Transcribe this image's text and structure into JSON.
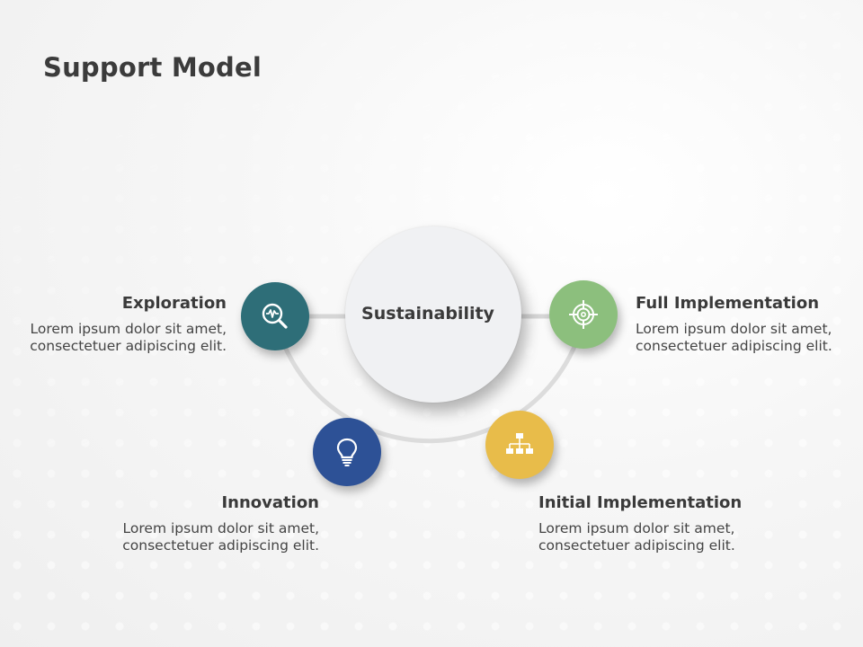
{
  "slide": {
    "title": "Support Model"
  },
  "center": {
    "label": "Sustainability",
    "color": "#f0f1f3"
  },
  "nodes": [
    {
      "id": "exploration",
      "title": "Exploration",
      "description_line1": "Lorem ipsum dolor sit amet,",
      "description_line2": "consectetuer adipiscing elit.",
      "icon": "magnifier-pulse-icon",
      "color": "#2e6e78"
    },
    {
      "id": "full-implementation",
      "title": "Full Implementation",
      "description_line1": "Lorem ipsum dolor sit amet,",
      "description_line2": "consectetuer adipiscing elit.",
      "icon": "target-icon",
      "color": "#8cbf7d"
    },
    {
      "id": "innovation",
      "title": "Innovation",
      "description_line1": "Lorem ipsum dolor sit amet,",
      "description_line2": "consectetuer adipiscing elit.",
      "icon": "lightbulb-icon",
      "color": "#2d5196"
    },
    {
      "id": "initial-implementation",
      "title": "Initial Implementation",
      "description_line1": "Lorem ipsum dolor sit amet,",
      "description_line2": "consectetuer adipiscing elit.",
      "icon": "hierarchy-icon",
      "color": "#e8bc4a"
    }
  ]
}
